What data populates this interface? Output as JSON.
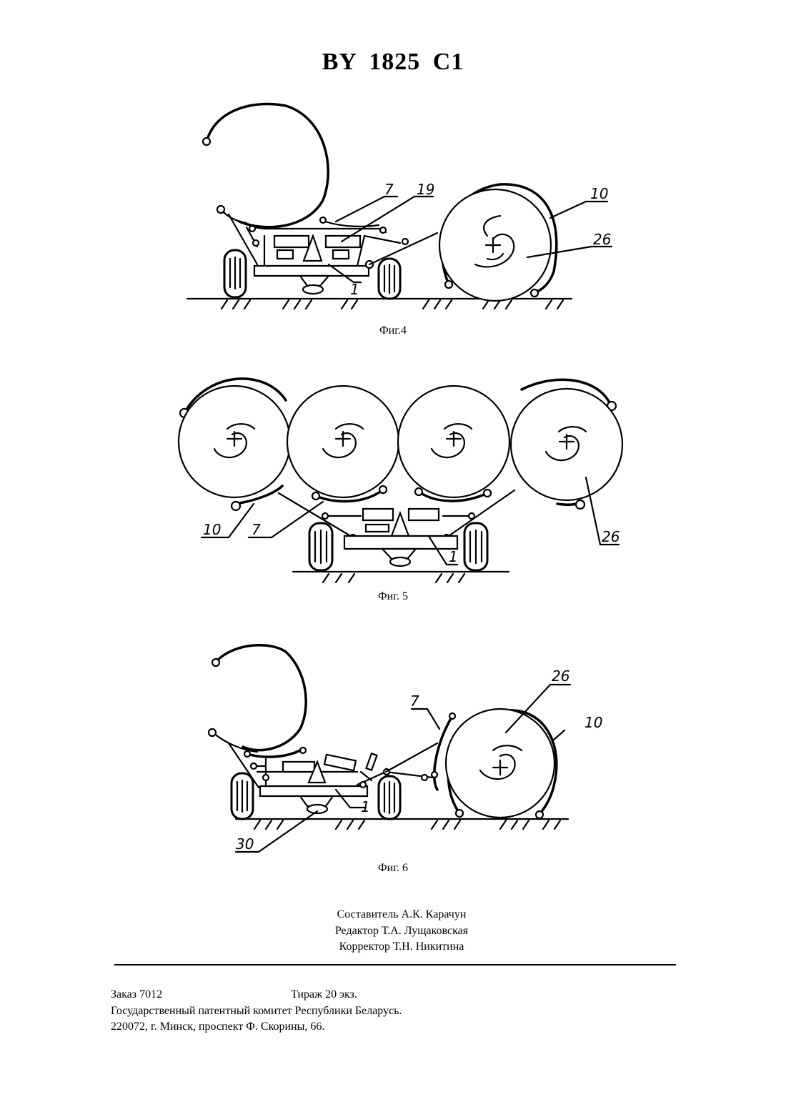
{
  "header": {
    "title": "BY 1825 C1"
  },
  "figures": [
    {
      "caption": "Фиг.4",
      "labels": [
        "7",
        "19",
        "10",
        "26",
        "1"
      ]
    },
    {
      "caption": "Фиг. 5",
      "labels": [
        "10",
        "7",
        "26",
        "1"
      ]
    },
    {
      "caption": "Фиг. 6",
      "labels": [
        "26",
        "7",
        "10",
        "1",
        "30"
      ]
    }
  ],
  "credits": {
    "compiler": "Составитель А.К. Карачун",
    "editor": "Редактор Т.А. Лущаковская",
    "proofreader": "Корректор Т.Н. Никитина"
  },
  "footer": {
    "order": "Заказ  7012",
    "circulation": "Тираж  20 экз.",
    "organization": "Государственный патентный комитет Республики Беларусь.",
    "address": "220072, г. Минск, проспект Ф. Скорины, 66."
  }
}
